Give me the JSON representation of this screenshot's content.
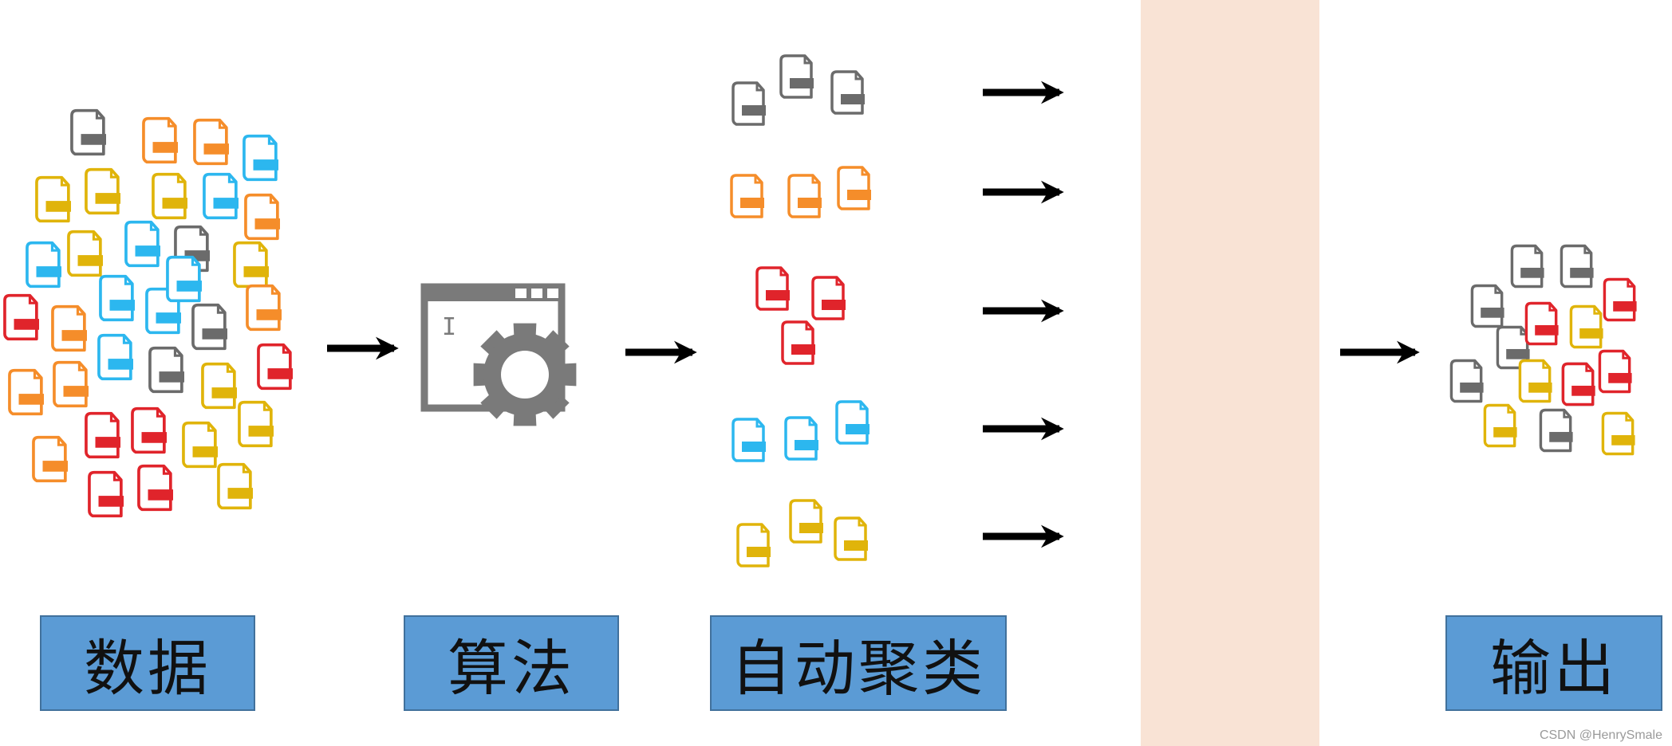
{
  "colors": {
    "gray": "#6b6b6b",
    "orange": "#f58d2a",
    "red": "#e0242b",
    "blue": "#2cb7ef",
    "yellow": "#e0b40a",
    "label_box": "#5b9bd5",
    "band": "#f9e3d5",
    "arrow": "#000000"
  },
  "labels": {
    "data": "数据",
    "algorithm": "算法",
    "clustering": "自动聚类",
    "output": "输出"
  },
  "watermark": "CSDN @HenrySmale",
  "input_docs": [
    "gray",
    "orange",
    "orange",
    "blue",
    "yellow",
    "yellow",
    "yellow",
    "blue",
    "orange",
    "blue",
    "yellow",
    "blue",
    "gray",
    "yellow",
    "red",
    "orange",
    "blue",
    "blue",
    "gray",
    "orange",
    "orange",
    "orange",
    "blue",
    "gray",
    "yellow",
    "red",
    "orange",
    "red",
    "red",
    "yellow",
    "yellow",
    "red",
    "red",
    "yellow",
    "blue"
  ],
  "clusters": [
    "gray",
    "orange",
    "red",
    "blue",
    "yellow"
  ],
  "output_docs": [
    "gray",
    "gray",
    "gray",
    "red",
    "gray",
    "red",
    "yellow",
    "red",
    "gray",
    "yellow",
    "gray",
    "red",
    "yellow",
    "gray",
    "yellow"
  ]
}
